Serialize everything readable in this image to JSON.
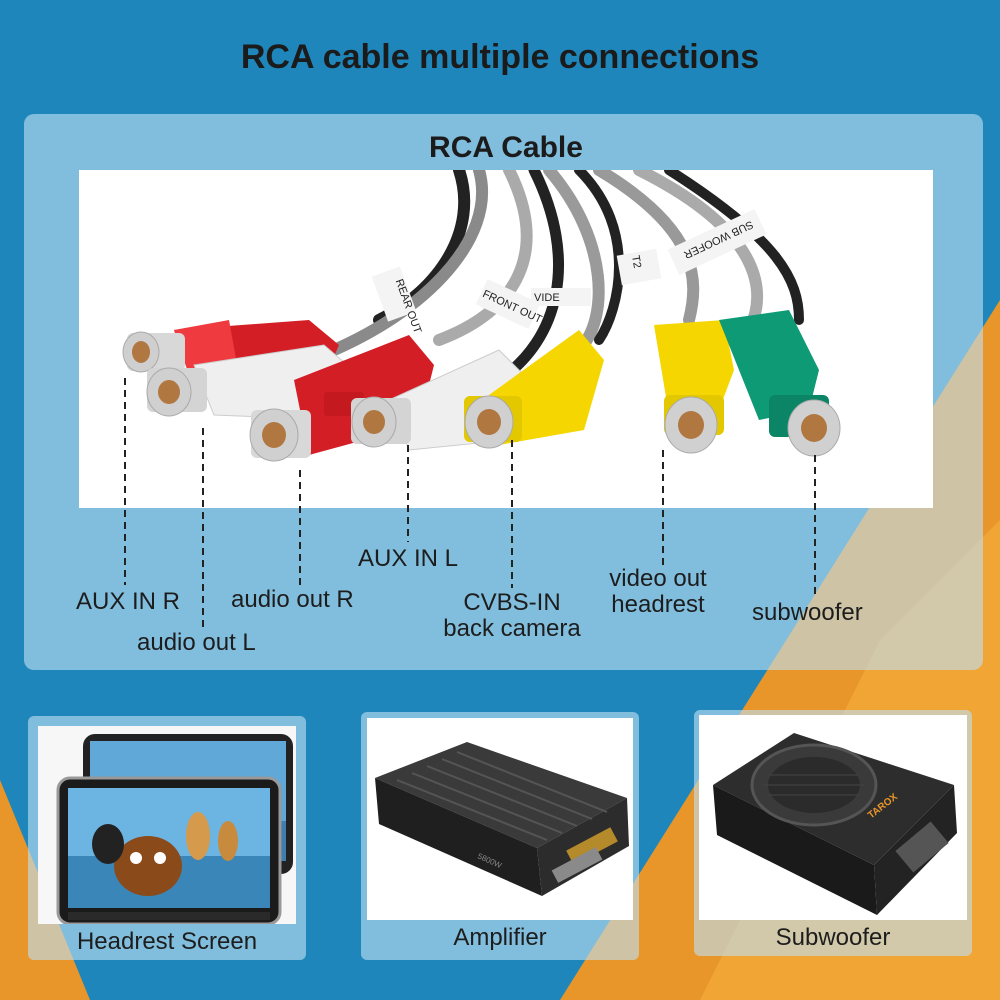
{
  "title": "RCA cable multiple connections",
  "subtitle": "RCA Cable",
  "cable_tags": {
    "rear_out": "REAR OUT",
    "front_out": "FRONT OUT",
    "video": "VIDE",
    "out2": "T2",
    "sub_woofer": "SUB WOOFER"
  },
  "connectors": {
    "aux_in_r": "AUX IN R",
    "audio_out_l": "audio out L",
    "audio_out_r": "audio out R",
    "aux_in_l": "AUX IN L",
    "cvbs_in_line1": "CVBS-IN",
    "cvbs_in_line2": "back camera",
    "video_out_line1": "video out",
    "video_out_line2": "headrest",
    "subwoofer": "subwoofer"
  },
  "devices": {
    "headrest": "Headrest Screen",
    "amplifier": "Amplifier",
    "subwoofer": "Subwoofer",
    "subwoofer_brand": "TAROX",
    "amplifier_brand": "5800W"
  },
  "colors": {
    "background_blue": "#1f86bb",
    "accent_orange": "#e8962a",
    "plug_red": "#e0202a",
    "plug_white": "#f2f2f2",
    "plug_yellow": "#f5d600",
    "plug_green": "#0f9a76"
  }
}
